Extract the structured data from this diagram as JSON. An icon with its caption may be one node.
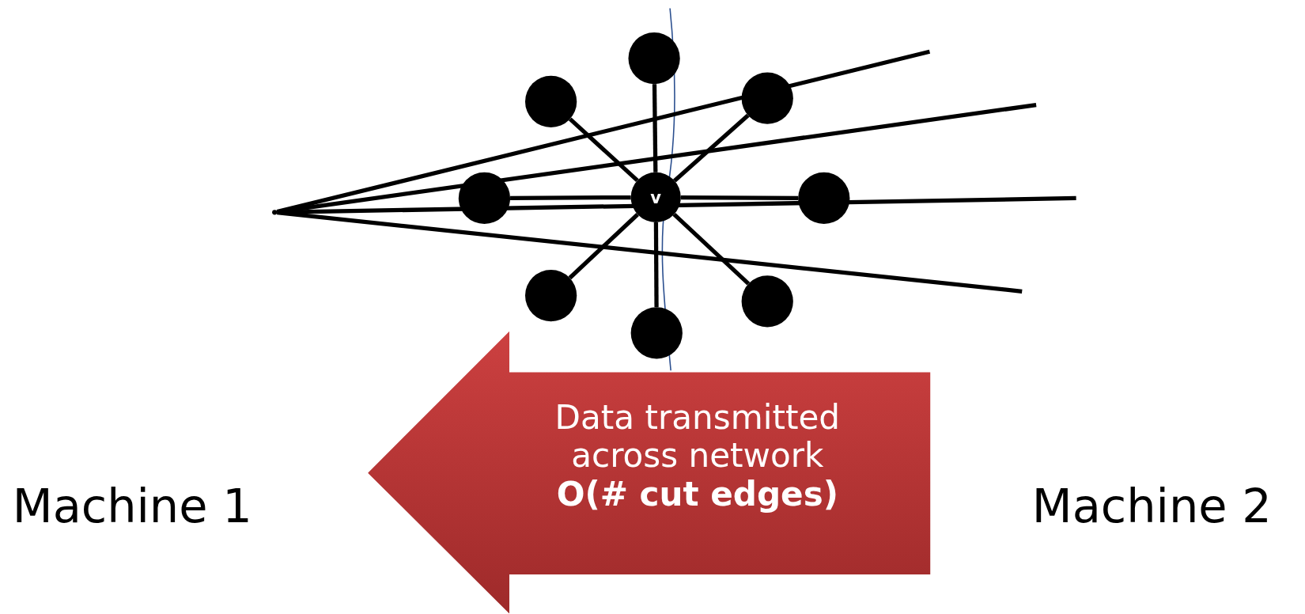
{
  "diagram": {
    "nodes": [
      {
        "text": [
          "v"
        ]
      },
      {
        "text": [],
        "shape": "circle"
      },
      {
        "text": [],
        "shape": "circle"
      },
      {
        "text": [],
        "shape": "circle"
      },
      {
        "text": [],
        "shape": "circle"
      },
      {
        "text": [],
        "shape": "circle"
      },
      {
        "text": [],
        "shape": "circle"
      },
      {
        "text": [],
        "shape": "circle"
      },
      {
        "text": [],
        "shape": "circle"
      },
      {
        "text": [],
        "shape": "point"
      },
      {
        "text": [
          "Data transmitted across network",
          "O(# cut edges)"
        ]
      }
    ],
    "edges": [
      {
        "from": 0,
        "to": 1,
        "arrow": "none"
      },
      {
        "from": 0,
        "to": 2,
        "arrow": "none"
      },
      {
        "from": 0,
        "to": 3,
        "arrow": "none"
      },
      {
        "from": 0,
        "to": 4,
        "arrow": "none"
      },
      {
        "from": 0,
        "to": 5,
        "arrow": "none"
      },
      {
        "from": 0,
        "to": 6,
        "arrow": "none"
      },
      {
        "from": 0,
        "to": 7,
        "arrow": "none"
      },
      {
        "from": 0,
        "to": 8,
        "arrow": "none"
      },
      {
        "from": 9,
        "to": null,
        "arrow": "none"
      },
      {
        "from": 9,
        "to": null,
        "arrow": "none"
      },
      {
        "from": 9,
        "to": null,
        "arrow": "none"
      },
      {
        "from": 9,
        "to": null,
        "arrow": "none"
      }
    ],
    "labels": [
      "Machine 1",
      "Machine 2"
    ]
  }
}
